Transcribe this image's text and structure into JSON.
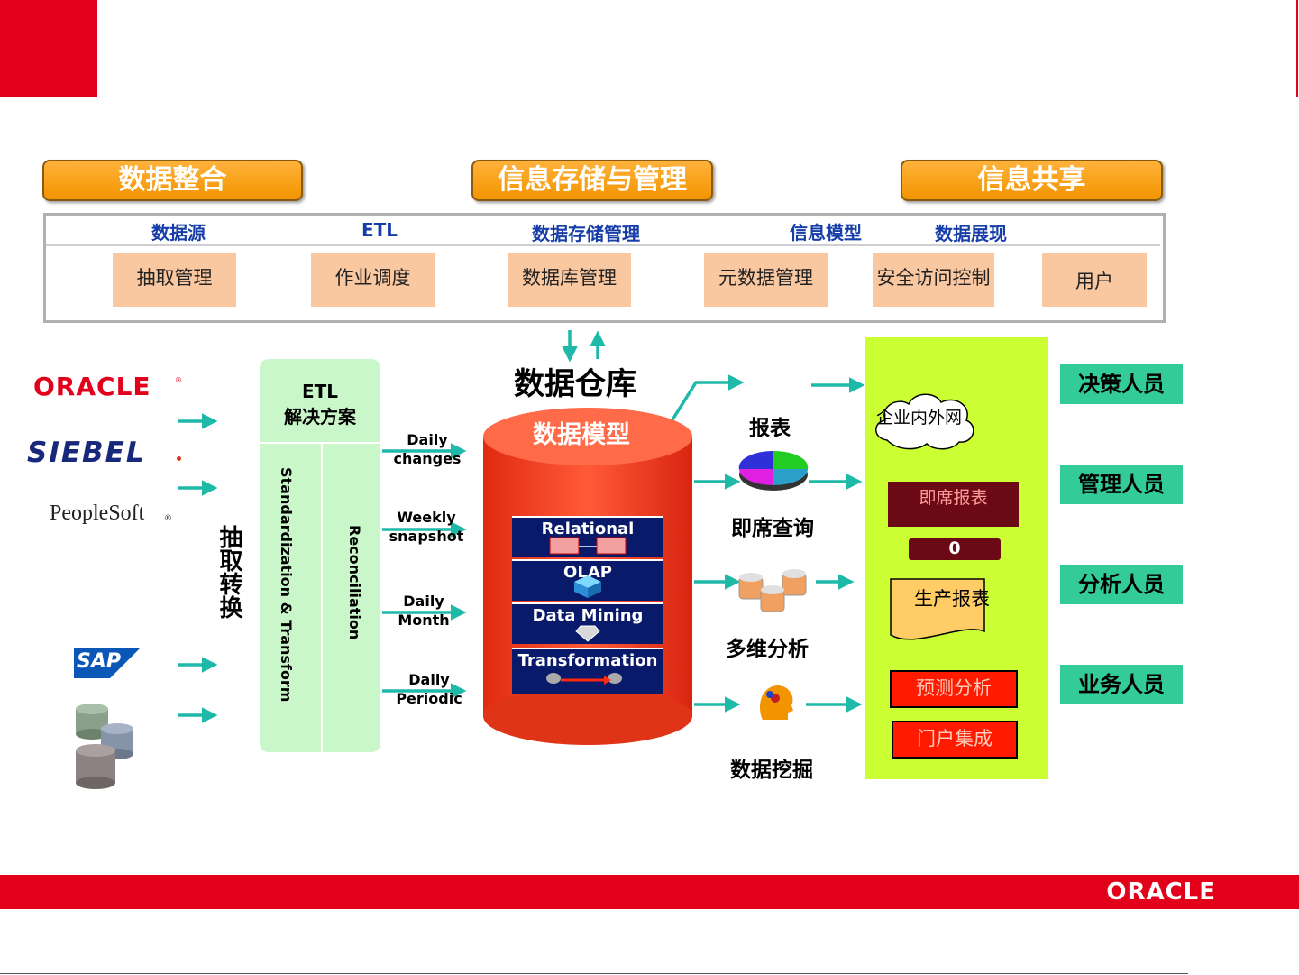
{
  "footer": {
    "brand": "ORACLE"
  },
  "categories": [
    "数据整合",
    "信息存储与管理",
    "信息共享"
  ],
  "panel": {
    "labels": [
      "数据源",
      "ETL",
      "数据存储管理",
      "信息模型",
      "数据展现"
    ],
    "boxes": [
      "抽取管理",
      "作业调度",
      "数据库管理",
      "元数据管理",
      "安全访问控制",
      "用户"
    ]
  },
  "sources": {
    "oracle": "ORACLE",
    "siebel": "SIEBEL",
    "peoplesoft": "PeopleSoft",
    "sap": "SAP"
  },
  "etl": {
    "title": "ETL",
    "subtitle": "解决方案",
    "extract": "抽取转换",
    "standardization": "Standardization & Transform",
    "reconciliation": "Reconciliation"
  },
  "flows": [
    {
      "line1": "Daily",
      "line2": "changes"
    },
    {
      "line1": "Weekly",
      "line2": "snapshot"
    },
    {
      "line1": "Daily",
      "line2": "Month"
    },
    {
      "line1": "Daily",
      "line2": "Periodic"
    }
  ],
  "warehouse": {
    "title": "数据仓库",
    "model": "数据模型",
    "layers": [
      "Relational",
      "OLAP",
      "Data Mining",
      "Transformation"
    ]
  },
  "outputs": [
    "报表",
    "即席查询",
    "多维分析",
    "数据挖掘"
  ],
  "portal": {
    "cloud": "企业内外网",
    "adhoc": "即席报表",
    "zero": "0",
    "production": "生产报表",
    "forecast": "预测分析",
    "portal": "门户集成"
  },
  "roles": [
    "决策人员",
    "管理人员",
    "分析人员",
    "业务人员"
  ],
  "colors": {
    "oracle_red": "#e3001b",
    "category_orange": "#f29400",
    "label_blue": "#173ea8",
    "box_peach": "#f9c7a0",
    "etl_green": "#c9f7c9",
    "arrow_teal": "#1fb9a9",
    "cylinder_red": "#ff4a2a",
    "layer_navy": "#0a1a6a",
    "portal_lime": "#ccff33",
    "role_green": "#33cc99"
  }
}
